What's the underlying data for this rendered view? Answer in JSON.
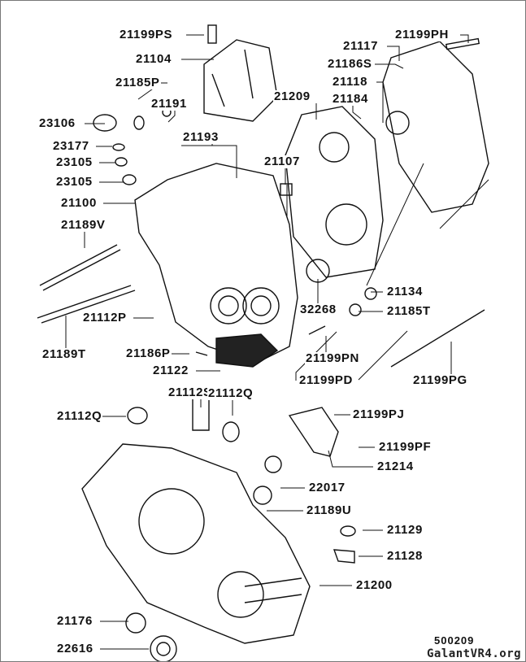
{
  "labels": [
    "21199PS",
    "21104",
    "21185P",
    "21191",
    "23106",
    "23177",
    "23105",
    "23105",
    "21100",
    "21189V",
    "21112P",
    "21189T",
    "21186P",
    "21122",
    "21193",
    "21107",
    "21209",
    "21184",
    "21118",
    "21186S",
    "21117",
    "21199PH",
    "21134",
    "21185T",
    "32268",
    "21199PN",
    "21199PD",
    "21199PG",
    "21112S",
    "21112Q",
    "21112Q",
    "21199PJ",
    "21199PF",
    "21214",
    "22017",
    "21189U",
    "21129",
    "21128",
    "21200",
    "21176",
    "22616"
  ],
  "diagram_code": "500209",
  "watermark": "GalantVR4.org",
  "line_color": "#111111"
}
